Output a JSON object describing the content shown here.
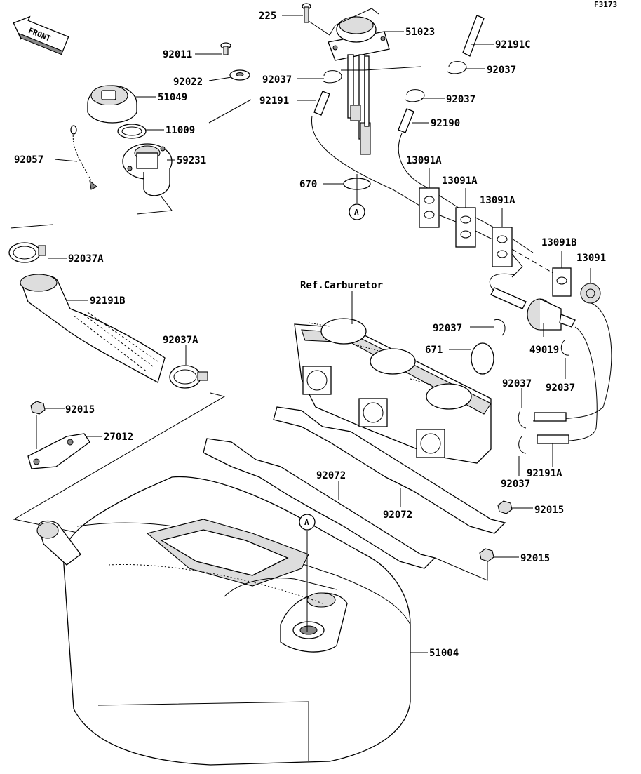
{
  "figure_code": "F3173",
  "front_arrow": "FRONT",
  "ref_label": "Ref.Carburetor",
  "callout_a": "A",
  "parts": {
    "p225": "225",
    "p51023": "51023",
    "p92191c": "92191C",
    "p92011": "92011",
    "p92037_top_r": "92037",
    "p92022": "92022",
    "p92037_top_l": "92037",
    "p51049": "51049",
    "p92037_top_m": "92037",
    "p92191": "92191",
    "p92190": "92190",
    "p11009": "11009",
    "p92057": "92057",
    "p59231": "59231",
    "p13091a_1": "13091A",
    "p13091a_2": "13091A",
    "p670": "670",
    "p13091a_3": "13091A",
    "p92037a_1": "92037A",
    "p13091b": "13091B",
    "p13091": "13091",
    "p92191b": "92191B",
    "p92037_mid": "92037",
    "p671": "671",
    "p49019": "49019",
    "p92037a_2": "92037A",
    "p92037_r1": "92037",
    "p92037_r2": "92037",
    "p92015_1": "92015",
    "p27012": "27012",
    "p92191a": "92191A",
    "p92037_r3": "92037",
    "p92072_1": "92072",
    "p92072_2": "92072",
    "p92015_2": "92015",
    "p92015_3": "92015",
    "p51004": "51004"
  }
}
